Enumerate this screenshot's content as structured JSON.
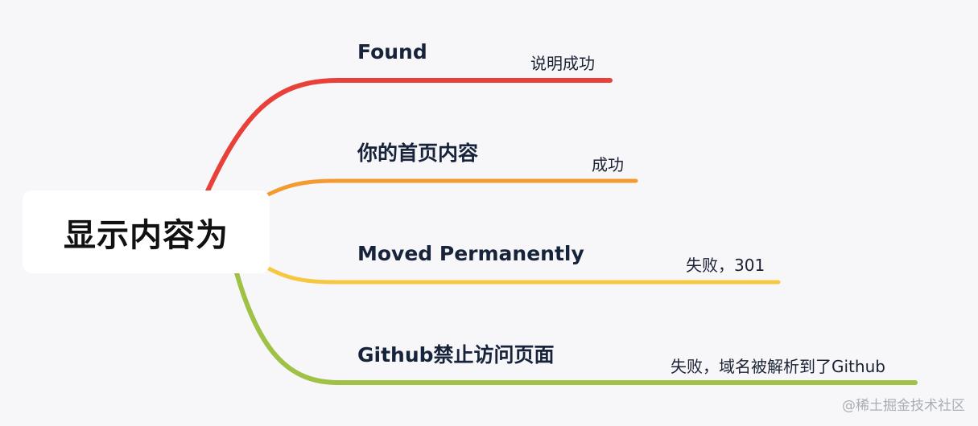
{
  "root": {
    "label": "显示内容为"
  },
  "branches": [
    {
      "title": "Found",
      "note": "说明成功",
      "color": "#e8413a"
    },
    {
      "title": "你的首页内容",
      "note": "成功",
      "color": "#f39a31"
    },
    {
      "title": "Moved Permanently",
      "note": "失败，301",
      "color": "#f6c842"
    },
    {
      "title": "Github禁止访问页面",
      "note": "失败，域名被解析到了Github",
      "color": "#9ec146"
    }
  ],
  "watermark": "@稀土掘金技术社区"
}
